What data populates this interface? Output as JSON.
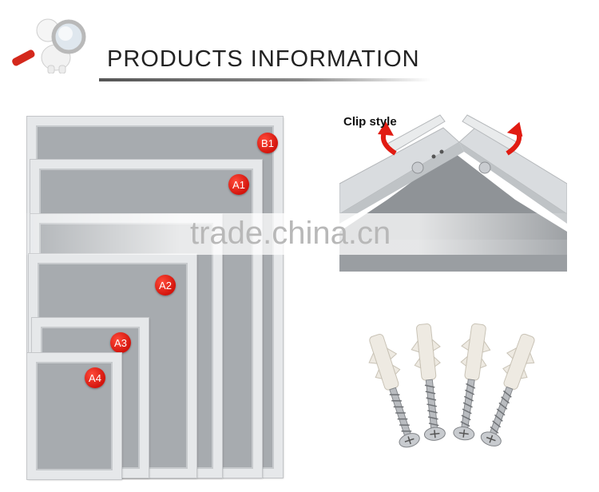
{
  "header": {
    "title": "PRODUCTS INFORMATION",
    "mascot_icon": "magnifier-mascot-icon"
  },
  "frames": {
    "badges": [
      "B1",
      "A1",
      "A2",
      "A3",
      "A4"
    ],
    "frame_color": "#e6e8ea",
    "poster_color": "#a7abaf"
  },
  "clip_detail": {
    "label": "Clip style",
    "arrow_color": "#e11b12"
  },
  "watermark": {
    "text": "trade.china.cn"
  },
  "accessories": {
    "item_icon": "wall-anchor-screw-icon",
    "count": 4
  },
  "colors": {
    "badge_red": "#d3140c",
    "title_text": "#222222"
  }
}
